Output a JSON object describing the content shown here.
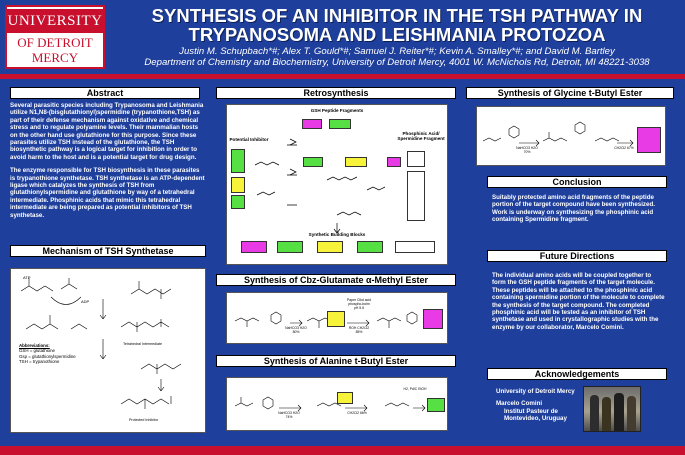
{
  "header": {
    "logo_line1": "UNIVERSITY",
    "logo_line2": "OF DETROIT",
    "logo_line3": "MERCY",
    "title_line1": "SYNTHESIS OF AN INHIBITOR IN THE TSH PATHWAY IN",
    "title_line2": "TRYPANOSOMA AND LEISHMANIA PROTOZOA",
    "authors": "Justin M. Schupbach*#; Alex T. Gould*#; Samuel J. Reiter*#; Kevin A. Smalley*#; and David M. Bartley",
    "affiliation": "Department of Chemistry and Biochemistry, University of Detroit Mercy, 4001 W. McNichols Rd, Detroit, MI 48221-3038"
  },
  "abstract": {
    "title": "Abstract",
    "paragraph1": "Several parasitic species including Trypanosoma and Leishmania utilize N1,N8-(bisglutathionyl)spermidine (trypanothione,TSH) as part of their defense mechanism against oxidative and chemical stress and to regulate polyamine levels. Their mammalian hosts on the other hand use glutathione for this purpose. Since these parasites utilize TSH instead of the glutathione, the TSH biosynthetic pathway is a logical target for inhibition in order to avoid harm to the host and is a potential target for drug design.",
    "paragraph2": "The enzyme responsible for TSH biosynthesis in these parasites is trypanothione synthetase. TSH synthetase is an ATP-dependent ligase which catalyzes the synthesis of TSH from glutathionylspermidine and glutathione by way of a tetrahedral intermediate. Phosphinic acids that mimic this tetrahedral intermediate are being prepared as potential inhibitors of TSH synthetase."
  },
  "mechanism": {
    "title": "Mechanism of TSH Synthetase",
    "atp": "ATP",
    "adp": "ADP",
    "intermediate": "Tetrahedral Intermediate",
    "abbrev_title": "Abbreviations:",
    "abbrev_gsh": "GSH = glutathione",
    "abbrev_gsp": "Gsp = glutathionylspermidine",
    "abbrev_tsh": "TSH = trypanothione",
    "product": "Protected Inhibitor"
  },
  "retrosynthesis": {
    "title": "Retrosynthesis",
    "gsh_fragments": "GSH Peptide Fragments",
    "potential_inhibitor": "Potential Inhibitor",
    "phosphinic": "Phosphinic Acid/ Spermidine Fragment",
    "building_blocks": "Synthetic Building Blocks"
  },
  "cbz": {
    "title": "Synthesis of Cbz-Glutamate α-Methyl Ester",
    "reagent1": "NaHCO3 H2O 80%",
    "reagent2": "Paper Clkd acid phospho-bolm pH 5.5",
    "reagent3": "ROH CH2Cl2 85%"
  },
  "alanine": {
    "title": "Synthesis of Alanine t-Butyl Ester",
    "reagent1": "NaHCO3 H2O 74%",
    "reagent2": "CH2Cl2 66%",
    "reagent3": "H2, Pd/C EtOH"
  },
  "glycine": {
    "title": "Synthesis of Glycine t-Butyl Ester",
    "reagent1": "NaHCO3 H2O 70%",
    "reagent2": "CH2Cl2 67%"
  },
  "conclusion": {
    "title": "Conclusion",
    "text": "Suitably protected amino acid fragments of the peptide portion of the target compound have been synthesized. Work is underway on synthesizing the phosphinic acid containing Spermidine fragment."
  },
  "future": {
    "title": "Future Directions",
    "text": "The individual amino acids will be coupled together to form the GSH peptide fragments of the target molecule. These peptides will be attached to the phosphinic acid containing spermidine portion of the molecule to complete the synthesis of the target compound. The completed phosphinic acid will be tested as an inhibitor of TSH synthetase and used in crystallographic studies with the enzyme by our collaborator, Marcelo Comini."
  },
  "acknowledgements": {
    "title": "Acknowledgements",
    "line1": "University of Detroit Mercy",
    "line2": "Marcelo Comini",
    "line3": "Institut Pasteur de",
    "line4": "Montevideo, Uruguay"
  },
  "colors": {
    "background": "#1f3f9c",
    "accent_red": "#c8102e",
    "highlight_yellow": "#f7f23a",
    "highlight_green": "#57e044",
    "highlight_magenta": "#e83be6"
  }
}
